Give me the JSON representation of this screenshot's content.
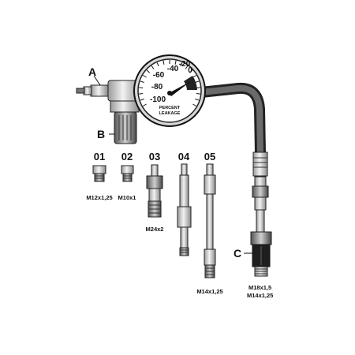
{
  "gauge": {
    "ticks": [
      "0",
      "-20",
      "-40",
      "-60",
      "-80",
      "-100"
    ],
    "brand_line1": "PERCENT",
    "brand_line2": "LEAKAGE"
  },
  "callouts": {
    "a": "A",
    "b": "B",
    "c": "C"
  },
  "adapters": [
    {
      "number": "01",
      "thread": "M12x1,25"
    },
    {
      "number": "02",
      "thread": "M10x1"
    },
    {
      "number": "03",
      "thread": "M24x2"
    },
    {
      "number": "04",
      "thread": ""
    },
    {
      "number": "05",
      "thread": "M14x1,25"
    }
  ],
  "connector_c": {
    "thread1": "M18x1,5",
    "thread2": "M14x1,25"
  }
}
